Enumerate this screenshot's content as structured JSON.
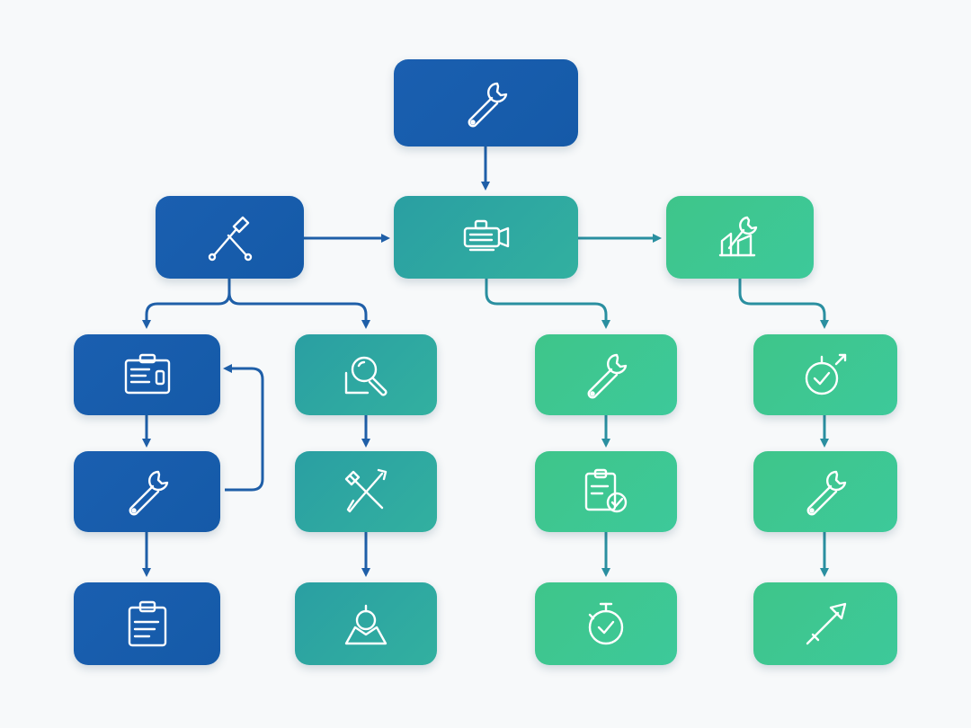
{
  "diagram": {
    "type": "flowchart",
    "nodes": [
      {
        "id": "root",
        "icon": "wrench-icon",
        "color": "blue"
      },
      {
        "id": "left",
        "icon": "tools-icon",
        "color": "blue"
      },
      {
        "id": "center",
        "icon": "machine-icon",
        "color": "teal"
      },
      {
        "id": "right",
        "icon": "wrench-building-icon",
        "color": "green"
      },
      {
        "id": "c1r1",
        "icon": "clipboard-form-icon",
        "color": "blue"
      },
      {
        "id": "c1r2",
        "icon": "wrench-icon",
        "color": "blue"
      },
      {
        "id": "c1r3",
        "icon": "clipboard-icon",
        "color": "blue"
      },
      {
        "id": "c2r1",
        "icon": "magnifier-icon",
        "color": "teal"
      },
      {
        "id": "c2r2",
        "icon": "crossed-tools-icon",
        "color": "teal"
      },
      {
        "id": "c2r3",
        "icon": "person-icon",
        "color": "teal"
      },
      {
        "id": "c3r1",
        "icon": "wrench-icon",
        "color": "green"
      },
      {
        "id": "c3r2",
        "icon": "checklist-icon",
        "color": "green"
      },
      {
        "id": "c3r3",
        "icon": "stopwatch-check-icon",
        "color": "green"
      },
      {
        "id": "c4r1",
        "icon": "timer-check-icon",
        "color": "green"
      },
      {
        "id": "c4r2",
        "icon": "wrench-icon",
        "color": "green"
      },
      {
        "id": "c4r3",
        "icon": "arrow-up-icon",
        "color": "green"
      }
    ],
    "edges": [
      {
        "from": "root",
        "to": "center"
      },
      {
        "from": "left",
        "to": "center"
      },
      {
        "from": "center",
        "to": "right"
      },
      {
        "from": "left",
        "to": "c1r1"
      },
      {
        "from": "left",
        "to": "c2r1"
      },
      {
        "from": "center",
        "to": "c3r1"
      },
      {
        "from": "right",
        "to": "c4r1"
      },
      {
        "from": "c1r1",
        "to": "c1r2"
      },
      {
        "from": "c1r2",
        "to": "c1r3"
      },
      {
        "from": "c1r2",
        "to": "c1r1"
      },
      {
        "from": "c2r1",
        "to": "c2r2"
      },
      {
        "from": "c2r2",
        "to": "c2r3"
      },
      {
        "from": "c3r1",
        "to": "c3r2"
      },
      {
        "from": "c3r2",
        "to": "c3r3"
      },
      {
        "from": "c4r1",
        "to": "c4r2"
      },
      {
        "from": "c4r2",
        "to": "c4r3"
      }
    ],
    "colors": {
      "blue": "#1a5fb0",
      "teal": "#2ea6a1",
      "green": "#3ec590",
      "edge_blue": "#1f5fa8",
      "edge_teal": "#2a8fa0",
      "edge_green": "#2f9aa0"
    }
  }
}
